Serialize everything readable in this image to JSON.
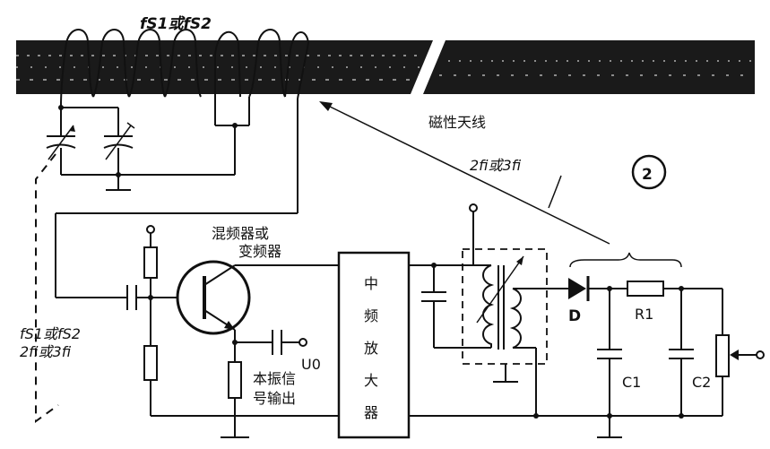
{
  "labels": {
    "coil_freq": "fS1或fS2",
    "antenna": "磁性天线",
    "harmonic": "2fi或3fi",
    "circle_num": "2",
    "mixer_line1": "混频器或",
    "mixer_line2": "变频器",
    "if_amp": [
      "中",
      "频",
      "放",
      "大",
      "器"
    ],
    "left_freq1": "fS1或fS2",
    "left_freq2": "2fi或3fi",
    "u0": "U0",
    "output_line1": "本振信",
    "output_line2": "号输出",
    "diode": "D",
    "resistor": "R1",
    "cap1": "C1",
    "cap2": "C2"
  }
}
